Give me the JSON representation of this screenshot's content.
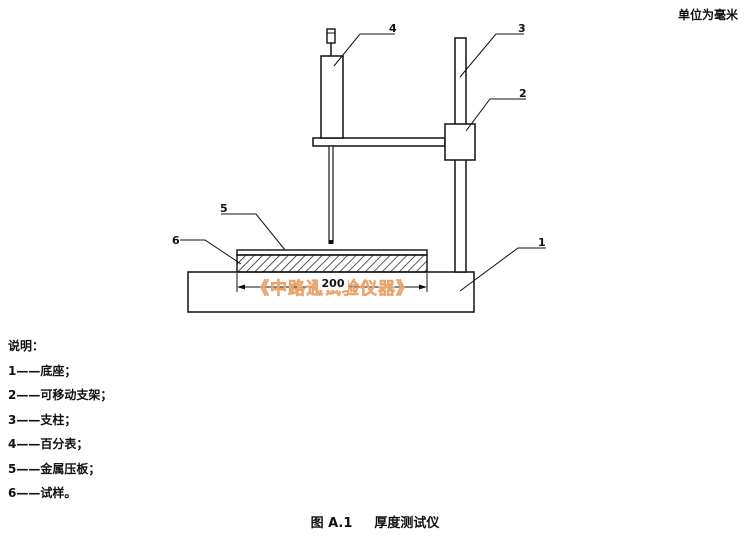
{
  "unit_note": "单位为毫米",
  "diagram": {
    "callouts": [
      "1",
      "2",
      "3",
      "4",
      "5",
      "6"
    ],
    "dimension": "200",
    "watermark": "《中路通试验仪器》"
  },
  "legend": {
    "title": "说明：",
    "items": [
      "1——底座；",
      "2——可移动支架；",
      "3——支柱；",
      "4——百分表；",
      "5——金属压板；",
      "6——试样。"
    ]
  },
  "caption": {
    "number": "图 A.1",
    "title": "厚度测试仪"
  }
}
